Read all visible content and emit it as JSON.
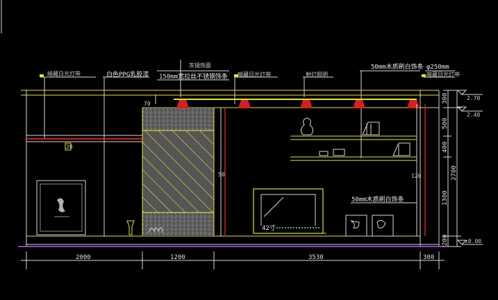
{
  "labels": {
    "top_a": "暗藏日光灯带",
    "top_b": "白色PPG乳胶漆",
    "top_c_line1": "灰镜饰面",
    "top_c_line2": "150mm宽拉丝不锈钢饰条",
    "top_d": "暗藏日光灯带",
    "top_e": "射灯照明",
    "top_f": "50mm木质刷白饰条",
    "top_g": "φ250mm",
    "top_h": "暗藏日光灯带",
    "mid_right": "50mm木质刷白饰条",
    "tv_label": "42寸"
  },
  "dims_bottom": [
    "2000",
    "1200",
    "3530",
    "300"
  ],
  "dims_right": [
    "300",
    "500",
    "400",
    "2700",
    "1300",
    "200"
  ],
  "levels": [
    "2.70",
    "2.40",
    "±0.00"
  ],
  "small_marks": {
    "left_pillar": "70",
    "mid_pillar": "50",
    "right_pillar": "120",
    "shelf_tag": "20"
  },
  "colors": {
    "background": "#000000",
    "outline": "#e6e62a",
    "structure": "#d8d8d8",
    "accent_red": "#d42020",
    "floor": "#9a3cc4",
    "stone_fill": "#6a6a6a"
  }
}
